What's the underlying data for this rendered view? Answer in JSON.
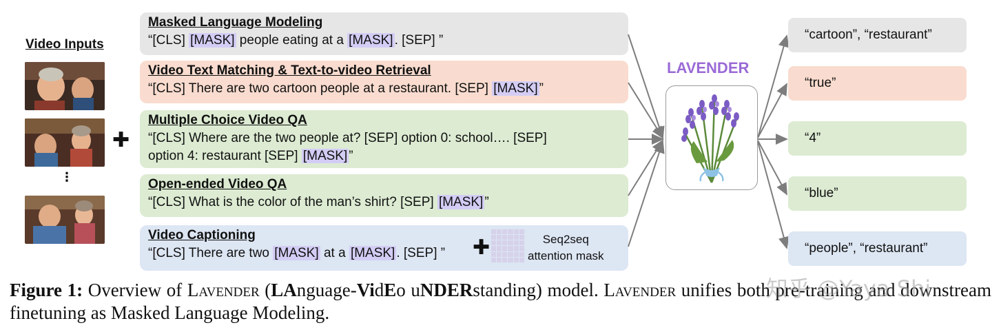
{
  "video_inputs_label": "Video Inputs",
  "tasks": [
    {
      "title": "Masked Language Modeling",
      "text_parts": [
        "“[CLS] ",
        "[MASK]",
        " people eating at a ",
        "[MASK]",
        ". [SEP] ”"
      ]
    },
    {
      "title": "Video Text Matching & Text-to-video Retrieval",
      "text_parts": [
        "“[CLS] There are two cartoon people at a restaurant. [SEP] ",
        "[MASK]",
        "”"
      ]
    },
    {
      "title": "Multiple Choice Video QA",
      "line1": "“[CLS] Where are the two people at? [SEP] option 0: school…. [SEP]",
      "line2_parts": [
        "option 4: restaurant [SEP] ",
        "[MASK]",
        "”"
      ]
    },
    {
      "title": "Open-ended Video QA",
      "text_parts": [
        "“[CLS] What is the color of the man’s shirt? [SEP] ",
        "[MASK]",
        "”"
      ]
    },
    {
      "title": "Video Captioning",
      "text_parts": [
        "“[CLS] There are two ",
        "[MASK]",
        " at a ",
        "[MASK]",
        ". [SEP] ”"
      ]
    }
  ],
  "seq2seq": {
    "line1": "Seq2seq",
    "line2": "attention mask"
  },
  "model_name": "LAVENDER",
  "outputs": [
    "“cartoon”, “restaurant”",
    "“true”",
    "“4”",
    "“blue”",
    "“people”, “restaurant”"
  ],
  "caption": {
    "label": "Figure 1:",
    "p1": " Overview of ",
    "name_sc": "Lavender",
    "p2": " (",
    "b1": "LA",
    "p3": "nguage-",
    "b2": "Vi",
    "p4": "d",
    "b3": "E",
    "p5": "o u",
    "b4": "NDER",
    "p6": "standing) model. ",
    "name_sc2": "Lavender",
    "p7": " unifies both pre-training and downstream finetuning as Masked Language Modeling."
  },
  "watermark": "知乎 @Yaya Shi",
  "colors": {
    "gray": "#e6e6e6",
    "orange": "#f9dccf",
    "green": "#dcebd2",
    "blue": "#dde6f3",
    "mask": "#d3cdf5",
    "lavender": "#9a6ad6"
  },
  "icons": [
    "plus-icon",
    "lavender-bouquet-icon",
    "attention-mask-grid-icon"
  ]
}
